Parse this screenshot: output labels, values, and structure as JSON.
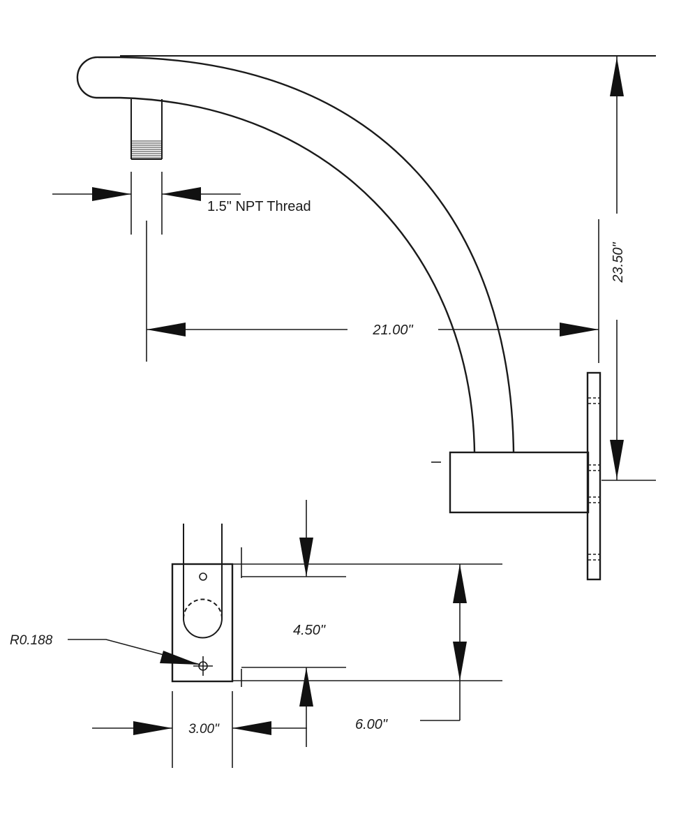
{
  "labels": {
    "thread": "1.5\" NPT Thread",
    "height": "23.50\"",
    "reach": "21.00\"",
    "plate_inner": "4.50\"",
    "plate_outer": "6.00\"",
    "plate_width": "3.00\"",
    "radius": "R0.188"
  },
  "colors": {
    "line": "#1a1a1a",
    "arrow": "#111111",
    "background": "#ffffff"
  }
}
